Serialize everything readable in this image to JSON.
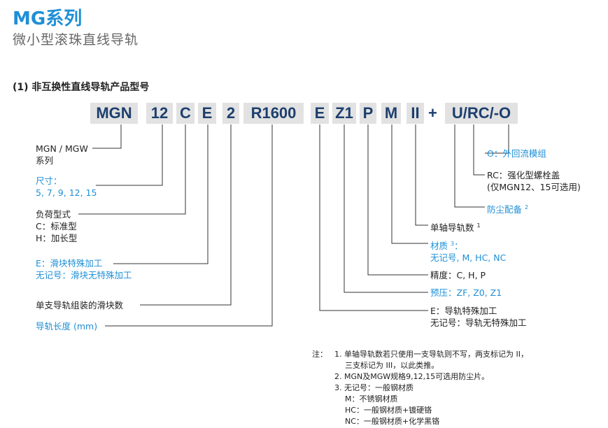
{
  "header": {
    "title": "MG系列",
    "subtitle": "微小型滚珠直线导轨"
  },
  "section": {
    "heading": "(1) 非互换性直线导轨产品型号"
  },
  "code": {
    "parts": [
      "MGN",
      "12",
      "C",
      "E",
      "2",
      "R1600",
      "E",
      "Z1",
      "P",
      "M",
      "II"
    ],
    "plus": "+",
    "suffix": "U/RC/-O"
  },
  "labels": {
    "series": {
      "line1": "MGN / MGW",
      "line2": "系列"
    },
    "size": {
      "line1": "尺寸：",
      "line2": "5, 7, 9, 12, 15"
    },
    "load": {
      "line1": "负荷型式",
      "line2": "C：标准型",
      "line3": "H：加长型"
    },
    "block_special": {
      "line1": "E：滑块特殊加工",
      "line2": "无记号：滑块无特殊加工"
    },
    "block_count": {
      "line1": "单支导轨组装的滑块数"
    },
    "rail_length": {
      "line1": "导轨长度 (mm)"
    },
    "option_o": {
      "line1": "O：外回流模组"
    },
    "option_rc": {
      "line1": "RC：强化型螺栓盖",
      "line2": "(仅MGN12、15可选用)"
    },
    "dust": {
      "line1": "防尘配备",
      "sup": "2"
    },
    "rail_count": {
      "line1": "单轴导轨数",
      "sup": "1"
    },
    "material": {
      "line1": "材质",
      "sup": "3",
      "line1_end": "：",
      "line2": "无记号, M, HC, NC"
    },
    "accuracy": {
      "line1": "精度：C, H, P"
    },
    "preload": {
      "line1": "预压：ZF, Z0, Z1"
    },
    "rail_special": {
      "line1": "E：导轨特殊加工",
      "line2": "无记号：导轨无特殊加工"
    }
  },
  "notes": {
    "label": "注：",
    "items": [
      "1. 单轴导轨数若只使用一支导轨则不写，两支标记为 II，",
      "三支标记为 III，以此类推。",
      "2. MGN及MGW规格9,12,15可选用防尘片。",
      "3. 无记号：一般钢材质",
      "M：不锈钢材质",
      "HC：一般钢材质+镀硬铬",
      "NC：一般钢材质+化学黑铬"
    ]
  },
  "colors": {
    "accent": "#1f8fd6",
    "code_text": "#1d3f6e",
    "code_bg": "#e2e2e2",
    "line": "#333333"
  }
}
